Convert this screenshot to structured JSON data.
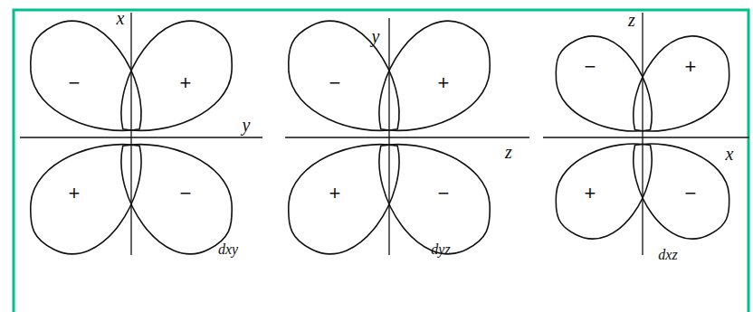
{
  "diagram": {
    "labels": [
      "x",
      "y",
      "−",
      "+",
      "+",
      "−",
      "dxy",
      "y",
      "z",
      "−",
      "+",
      "+",
      "−",
      "dyz",
      "z",
      "x",
      "−",
      "+",
      "+",
      "−",
      "dxz"
    ]
  }
}
